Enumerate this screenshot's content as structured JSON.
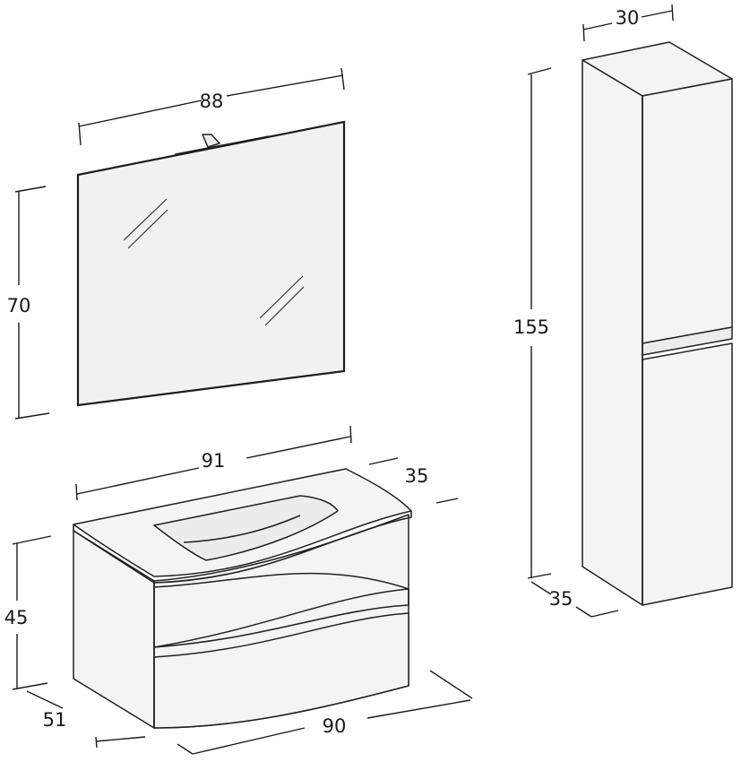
{
  "dimensions": {
    "mirror_width": "88",
    "mirror_height": "70",
    "vanity_top_width": "91",
    "vanity_top_depth": "35",
    "vanity_height": "45",
    "vanity_side_depth": "51",
    "vanity_base_width": "90",
    "column_width": "30",
    "column_height": "155",
    "column_depth": "35"
  },
  "colors": {
    "line": "#1a1a1a",
    "panel_fill": "#f4f4f4",
    "mirror_fill": "#f1f1f1"
  }
}
